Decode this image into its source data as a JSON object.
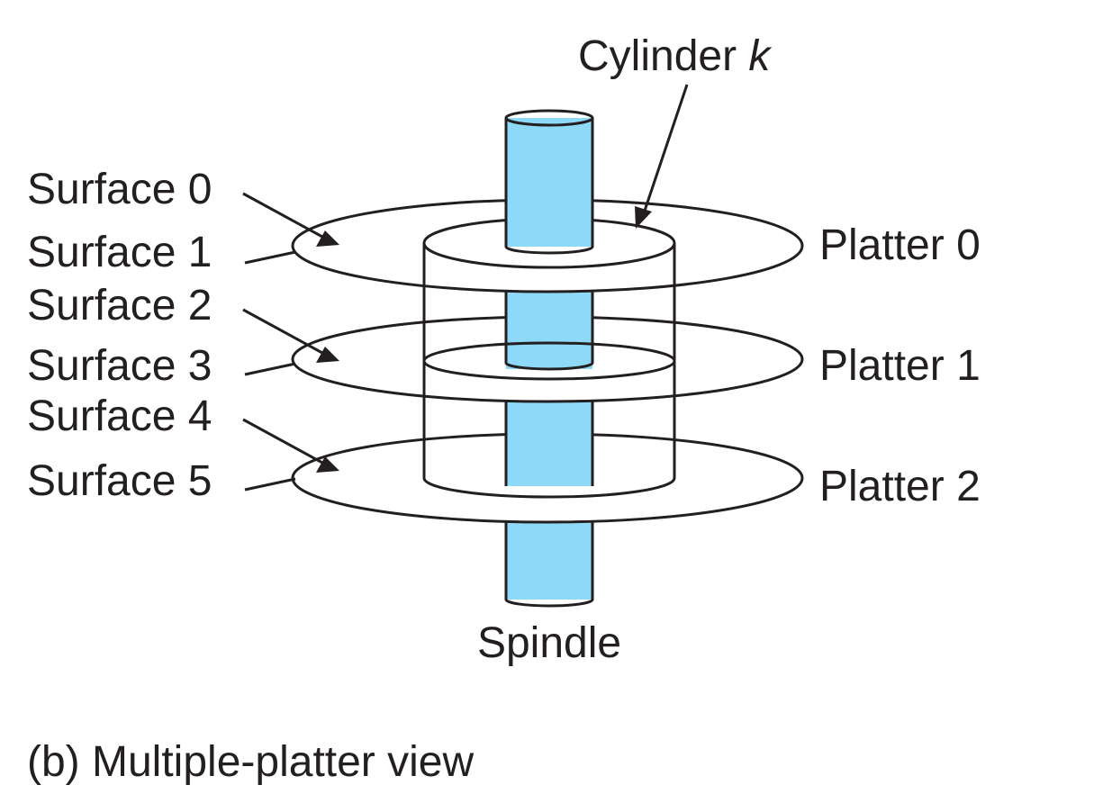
{
  "figure": {
    "caption": "(b) Multiple-platter view",
    "cylinder_label": "Cylinder",
    "cylinder_var": "k",
    "spindle_label": "Spindle",
    "surfaces": [
      "Surface 0",
      "Surface 1",
      "Surface 2",
      "Surface 3",
      "Surface 4",
      "Surface 5"
    ],
    "platters": [
      "Platter 0",
      "Platter 1",
      "Platter 2"
    ]
  },
  "colors": {
    "spindle": "#8ed8f8",
    "line": "#231f20",
    "background": "#ffffff"
  }
}
